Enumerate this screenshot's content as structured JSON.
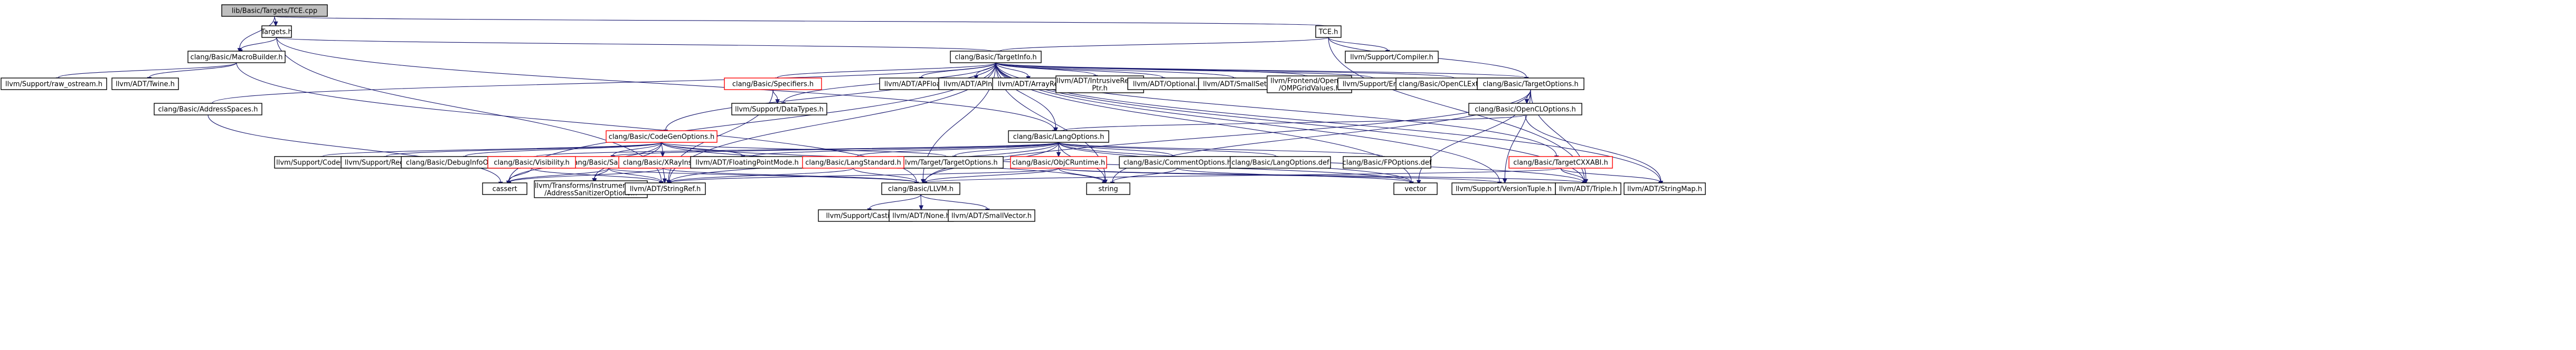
{
  "colors": {
    "edge": "#191970",
    "node_border": "#000000",
    "node_fill": "#ffffff",
    "root_fill": "#bfbfbf",
    "truncated_border": "#ff0000"
  },
  "nodes": [
    {
      "id": "root",
      "label": "lib/Basic/Targets/TCE.cpp",
      "kind": "root"
    },
    {
      "id": "targets_h",
      "label": "Targets.h",
      "kind": "normal"
    },
    {
      "id": "tce_h",
      "label": "TCE.h",
      "kind": "normal"
    },
    {
      "id": "macrobuilder",
      "label": "clang/Basic/MacroBuilder.h",
      "kind": "normal"
    },
    {
      "id": "targetinfo",
      "label": "clang/Basic/TargetInfo.h",
      "kind": "normal"
    },
    {
      "id": "compiler",
      "label": "llvm/Support/Compiler.h",
      "kind": "normal"
    },
    {
      "id": "raw_ostream",
      "label": "llvm/Support/raw_ostream.h",
      "kind": "normal"
    },
    {
      "id": "twine",
      "label": "llvm/ADT/Twine.h",
      "kind": "normal"
    },
    {
      "id": "addressspaces",
      "label": "clang/Basic/AddressSpaces.h",
      "kind": "normal"
    },
    {
      "id": "specifiers",
      "label": "clang/Basic/Specifiers.h",
      "kind": "truncated"
    },
    {
      "id": "datatypes",
      "label": "llvm/Support/DataTypes.h",
      "kind": "normal"
    },
    {
      "id": "apfloat",
      "label": "llvm/ADT/APFloat.h",
      "kind": "normal"
    },
    {
      "id": "apint",
      "label": "llvm/ADT/APInt.h",
      "kind": "normal"
    },
    {
      "id": "arrayref",
      "label": "llvm/ADT/ArrayRef.h",
      "kind": "normal"
    },
    {
      "id": "intrusive",
      "label": [
        "llvm/ADT/IntrusiveRefCnt",
        "Ptr.h"
      ],
      "kind": "normal"
    },
    {
      "id": "optional",
      "label": "llvm/ADT/Optional.h",
      "kind": "normal"
    },
    {
      "id": "smallset",
      "label": "llvm/ADT/SmallSet.h",
      "kind": "normal"
    },
    {
      "id": "openmp",
      "label": [
        "llvm/Frontend/OpenMP",
        "/OMPGridValues.h"
      ],
      "kind": "normal"
    },
    {
      "id": "error",
      "label": "llvm/Support/Error.h",
      "kind": "normal"
    },
    {
      "id": "openclext",
      "label": "clang/Basic/OpenCLExtensions.def",
      "kind": "normal"
    },
    {
      "id": "targetoptions",
      "label": "clang/Basic/TargetOptions.h",
      "kind": "normal"
    },
    {
      "id": "opencloptions",
      "label": "clang/Basic/OpenCLOptions.h",
      "kind": "normal"
    },
    {
      "id": "codegenoptions",
      "label": "clang/Basic/CodeGenOptions.h",
      "kind": "truncated"
    },
    {
      "id": "langoptions",
      "label": "clang/Basic/LangOptions.h",
      "kind": "normal"
    },
    {
      "id": "supportcodegen",
      "label": "llvm/Support/CodeGen.h",
      "kind": "normal"
    },
    {
      "id": "regex",
      "label": "llvm/Support/Regex.h",
      "kind": "normal"
    },
    {
      "id": "debuginfo",
      "label": "clang/Basic/DebugInfoOptions.h",
      "kind": "normal"
    },
    {
      "id": "sanitizers",
      "label": "clang/Basic/Sanitizers.h",
      "kind": "truncated"
    },
    {
      "id": "xrayinstr",
      "label": "clang/Basic/XRayInstr.h",
      "kind": "truncated"
    },
    {
      "id": "fpmode",
      "label": "llvm/ADT/FloatingPointMode.h",
      "kind": "normal"
    },
    {
      "id": "targetoptsllvm",
      "label": "llvm/Target/TargetOptions.h",
      "kind": "normal"
    },
    {
      "id": "visibility",
      "label": "clang/Basic/Visibility.h",
      "kind": "truncated"
    },
    {
      "id": "langstandard",
      "label": "clang/Basic/LangStandard.h",
      "kind": "truncated"
    },
    {
      "id": "objcruntime",
      "label": "clang/Basic/ObjCRuntime.h",
      "kind": "truncated"
    },
    {
      "id": "commentoptions",
      "label": "clang/Basic/CommentOptions.h",
      "kind": "normal"
    },
    {
      "id": "langoptsdef",
      "label": "clang/Basic/LangOptions.def",
      "kind": "normal"
    },
    {
      "id": "fpoptsdef",
      "label": "clang/Basic/FPOptions.def",
      "kind": "normal"
    },
    {
      "id": "targetcxxabi",
      "label": "clang/Basic/TargetCXXABI.h",
      "kind": "truncated"
    },
    {
      "id": "cassert",
      "label": "cassert",
      "kind": "normal"
    },
    {
      "id": "asanoptions",
      "label": [
        "llvm/Transforms/Instrumentation",
        "/AddressSanitizerOptions.h"
      ],
      "kind": "normal"
    },
    {
      "id": "stringref",
      "label": "llvm/ADT/StringRef.h",
      "kind": "normal"
    },
    {
      "id": "llvm_h",
      "label": "clang/Basic/LLVM.h",
      "kind": "normal"
    },
    {
      "id": "string",
      "label": "string",
      "kind": "normal"
    },
    {
      "id": "vector",
      "label": "vector",
      "kind": "normal"
    },
    {
      "id": "versiontuple",
      "label": "llvm/Support/VersionTuple.h",
      "kind": "normal"
    },
    {
      "id": "triple",
      "label": "llvm/ADT/Triple.h",
      "kind": "normal"
    },
    {
      "id": "stringmap",
      "label": "llvm/ADT/StringMap.h",
      "kind": "normal"
    },
    {
      "id": "casting",
      "label": "llvm/Support/Casting.h",
      "kind": "normal"
    },
    {
      "id": "none",
      "label": "llvm/ADT/None.h",
      "kind": "normal"
    },
    {
      "id": "smallvector",
      "label": "llvm/ADT/SmallVector.h",
      "kind": "normal"
    }
  ],
  "edges": [
    [
      "root",
      "targets_h"
    ],
    [
      "root",
      "tce_h"
    ],
    [
      "root",
      "macrobuilder"
    ],
    [
      "targets_h",
      "targetinfo"
    ],
    [
      "targets_h",
      "macrobuilder"
    ],
    [
      "targets_h",
      "stringref"
    ],
    [
      "targets_h",
      "langoptions"
    ],
    [
      "tce_h",
      "targetinfo"
    ],
    [
      "tce_h",
      "compiler"
    ],
    [
      "tce_h",
      "triple"
    ],
    [
      "tce_h",
      "targetoptions"
    ],
    [
      "macrobuilder",
      "raw_ostream"
    ],
    [
      "macrobuilder",
      "twine"
    ],
    [
      "macrobuilder",
      "llvm_h"
    ],
    [
      "targetinfo",
      "addressspaces"
    ],
    [
      "targetinfo",
      "specifiers"
    ],
    [
      "targetinfo",
      "datatypes"
    ],
    [
      "targetinfo",
      "apfloat"
    ],
    [
      "targetinfo",
      "apint"
    ],
    [
      "targetinfo",
      "arrayref"
    ],
    [
      "targetinfo",
      "intrusive"
    ],
    [
      "targetinfo",
      "optional"
    ],
    [
      "targetinfo",
      "smallset"
    ],
    [
      "targetinfo",
      "openmp"
    ],
    [
      "targetinfo",
      "error"
    ],
    [
      "targetinfo",
      "openclext"
    ],
    [
      "targetinfo",
      "targetoptions"
    ],
    [
      "targetinfo",
      "codegenoptions"
    ],
    [
      "targetinfo",
      "langoptions"
    ],
    [
      "targetinfo",
      "targetcxxabi"
    ],
    [
      "targetinfo",
      "cassert"
    ],
    [
      "targetinfo",
      "stringref"
    ],
    [
      "targetinfo",
      "llvm_h"
    ],
    [
      "targetinfo",
      "string"
    ],
    [
      "targetinfo",
      "vector"
    ],
    [
      "targetinfo",
      "versiontuple"
    ],
    [
      "targetinfo",
      "triple"
    ],
    [
      "targetinfo",
      "stringmap"
    ],
    [
      "addressspaces",
      "cassert"
    ],
    [
      "specifiers",
      "datatypes"
    ],
    [
      "specifiers",
      "stringref"
    ],
    [
      "targetoptions",
      "opencloptions"
    ],
    [
      "targetoptions",
      "llvm_h"
    ],
    [
      "targetoptions",
      "string"
    ],
    [
      "targetoptions",
      "vector"
    ],
    [
      "targetoptions",
      "versiontuple"
    ],
    [
      "targetoptions",
      "triple"
    ],
    [
      "opencloptions",
      "langoptions"
    ],
    [
      "opencloptions",
      "stringmap"
    ],
    [
      "codegenoptions",
      "supportcodegen"
    ],
    [
      "codegenoptions",
      "regex"
    ],
    [
      "codegenoptions",
      "debuginfo"
    ],
    [
      "codegenoptions",
      "sanitizers"
    ],
    [
      "codegenoptions",
      "xrayinstr"
    ],
    [
      "codegenoptions",
      "fpmode"
    ],
    [
      "codegenoptions",
      "targetoptsllvm"
    ],
    [
      "codegenoptions",
      "asanoptions"
    ],
    [
      "codegenoptions",
      "string"
    ],
    [
      "codegenoptions",
      "vector"
    ],
    [
      "codegenoptions",
      "cassert"
    ],
    [
      "langoptions",
      "visibility"
    ],
    [
      "langoptions",
      "sanitizers"
    ],
    [
      "langoptions",
      "langstandard"
    ],
    [
      "langoptions",
      "objcruntime"
    ],
    [
      "langoptions",
      "commentoptions"
    ],
    [
      "langoptions",
      "langoptsdef"
    ],
    [
      "langoptions",
      "fpoptsdef"
    ],
    [
      "langoptions",
      "llvm_h"
    ],
    [
      "langoptions",
      "fpmode"
    ],
    [
      "langoptions",
      "string"
    ],
    [
      "langoptions",
      "vector"
    ],
    [
      "langoptions",
      "triple"
    ],
    [
      "langoptions",
      "targetoptsllvm"
    ],
    [
      "langoptions",
      "stringref"
    ],
    [
      "sanitizers",
      "cassert"
    ],
    [
      "sanitizers",
      "stringref"
    ],
    [
      "sanitizers",
      "asanoptions"
    ],
    [
      "sanitizers",
      "llvm_h"
    ],
    [
      "xrayinstr",
      "cassert"
    ],
    [
      "xrayinstr",
      "stringref"
    ],
    [
      "xrayinstr",
      "llvm_h"
    ],
    [
      "visibility",
      "cassert"
    ],
    [
      "visibility",
      "stringref"
    ],
    [
      "langstandard",
      "stringref"
    ],
    [
      "langstandard",
      "llvm_h"
    ],
    [
      "objcruntime",
      "llvm_h"
    ],
    [
      "objcruntime",
      "string"
    ],
    [
      "objcruntime",
      "stringref"
    ],
    [
      "objcruntime",
      "triple"
    ],
    [
      "objcruntime",
      "versiontuple"
    ],
    [
      "commentoptions",
      "string"
    ],
    [
      "commentoptions",
      "vector"
    ],
    [
      "targetcxxabi",
      "triple"
    ],
    [
      "targetcxxabi",
      "llvm_h"
    ],
    [
      "targetcxxabi",
      "stringmap"
    ],
    [
      "llvm_h",
      "casting"
    ],
    [
      "llvm_h",
      "none"
    ],
    [
      "llvm_h",
      "smallvector"
    ]
  ]
}
